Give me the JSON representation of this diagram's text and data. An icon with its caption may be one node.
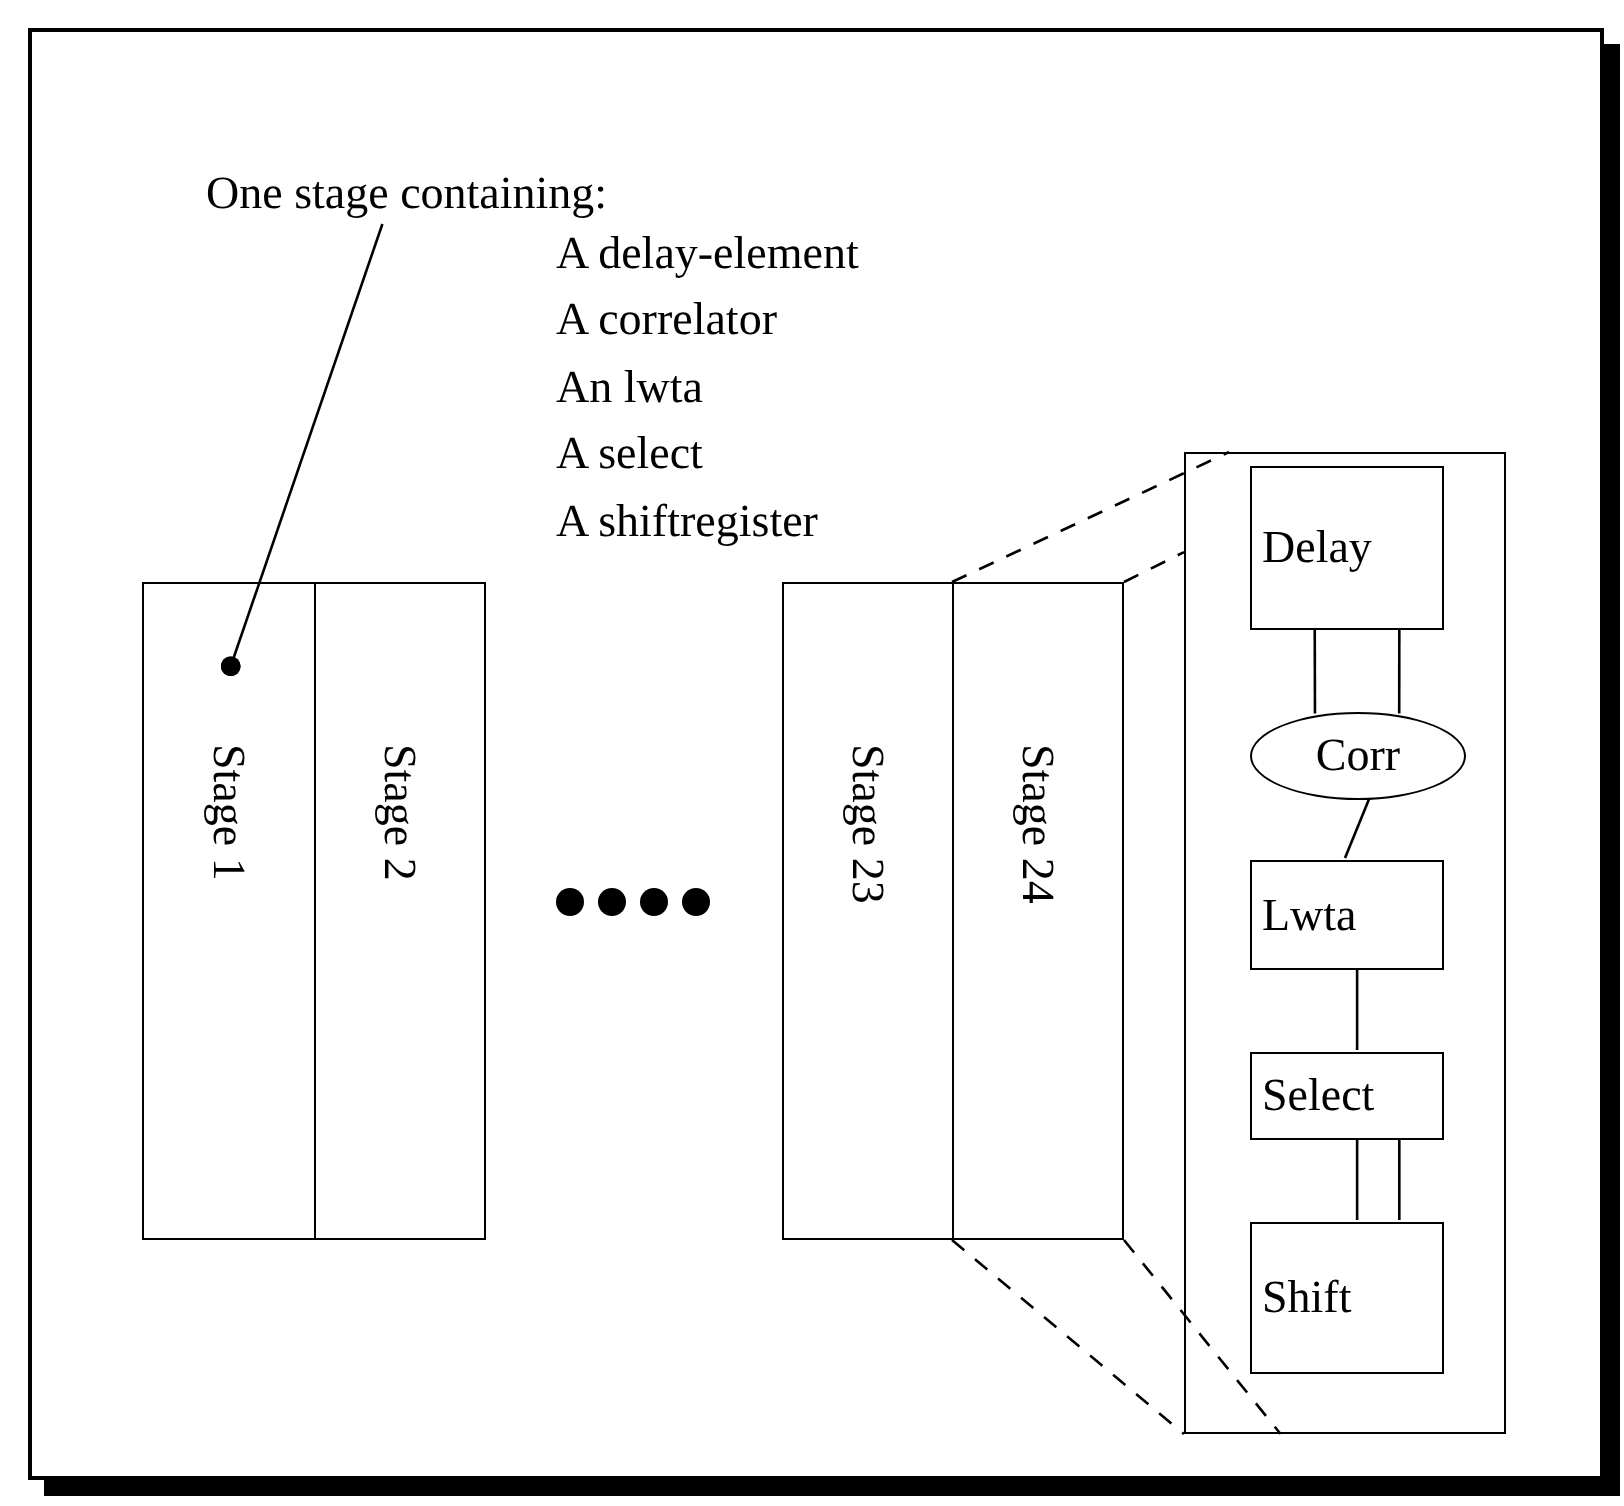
{
  "diagram": {
    "nodes": [
      {
        "text": [
          "One stage containing:"
        ]
      },
      {
        "text": [
          "Stage 1"
        ]
      },
      {
        "text": [
          "Stage 2"
        ]
      },
      {
        "text": [
          "Stage 23"
        ]
      },
      {
        "text": [
          "Stage 24"
        ]
      },
      {
        "text": [],
        "shape": "box"
      },
      {
        "text": [
          "Delay"
        ],
        "in": 5
      },
      {
        "text": [
          "Corr"
        ],
        "in": 5
      },
      {
        "text": [
          "Lwta"
        ],
        "in": 5
      },
      {
        "text": [
          "Select"
        ],
        "in": 5
      },
      {
        "text": [
          "Shift"
        ],
        "in": 5
      }
    ],
    "edges": [
      {
        "from": 0,
        "to": 1,
        "arrow": "other"
      },
      {
        "from": 4,
        "to": 5,
        "arrow": "none",
        "style": "dashed"
      },
      {
        "from": 4,
        "to": 5,
        "arrow": "none",
        "style": "dashed"
      },
      {
        "from": 4,
        "to": 5,
        "arrow": "none",
        "style": "dashed"
      },
      {
        "from": 4,
        "to": 5,
        "arrow": "none",
        "style": "dashed"
      },
      {
        "from": 6,
        "to": 7,
        "arrow": "none"
      },
      {
        "from": 6,
        "to": 7,
        "arrow": "none"
      },
      {
        "from": 7,
        "to": 8,
        "arrow": "none"
      },
      {
        "from": 8,
        "to": 9,
        "arrow": "none"
      },
      {
        "from": 9,
        "to": 10,
        "arrow": "none"
      },
      {
        "from": 9,
        "to": 10,
        "arrow": "none"
      }
    ],
    "labels": [
      "A delay-element",
      "A correlator",
      "An lwta",
      "A select",
      "A shiftregister"
    ]
  }
}
